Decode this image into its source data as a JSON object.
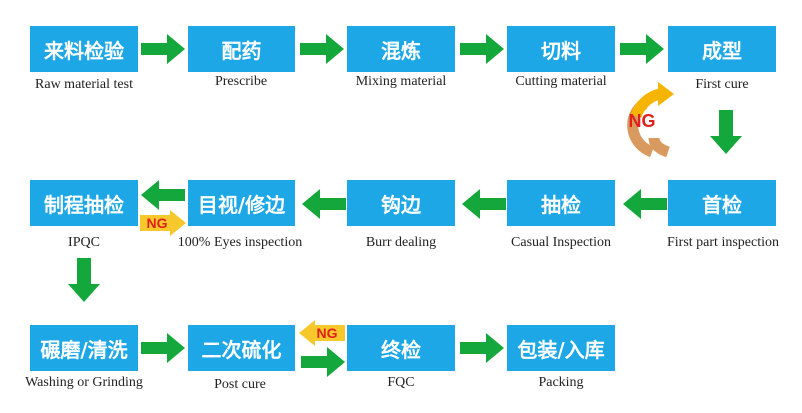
{
  "colors": {
    "box": "#1ea7e6",
    "arrow": "#14a83c",
    "ng_text": "#e0201b",
    "ng_fill": "#f7c82b",
    "ng_curve_top": "#f5b400",
    "ng_curve_bottom": "#d99a5f"
  },
  "steps": [
    {
      "zh": "来料检验",
      "en": "Raw material test"
    },
    {
      "zh": "配药",
      "en": "Prescribe"
    },
    {
      "zh": "混炼",
      "en": "Mixing material"
    },
    {
      "zh": "切料",
      "en": "Cutting material"
    },
    {
      "zh": "成型",
      "en": "First cure"
    },
    {
      "zh": "首检",
      "en": "First part inspection"
    },
    {
      "zh": "抽检",
      "en": "Casual Inspection"
    },
    {
      "zh": "钩边",
      "en": "Burr dealing"
    },
    {
      "zh": "目视/修边",
      "en": "100% Eyes inspection"
    },
    {
      "zh": "制程抽检",
      "en": "IPQC"
    },
    {
      "zh": "碾磨/清洗",
      "en": "Washing or Grinding"
    },
    {
      "zh": "二次硫化",
      "en": "Post cure"
    },
    {
      "zh": "终检",
      "en": "FQC"
    },
    {
      "zh": "包装/入库",
      "en": "Packing"
    }
  ],
  "ng_label": "NG"
}
